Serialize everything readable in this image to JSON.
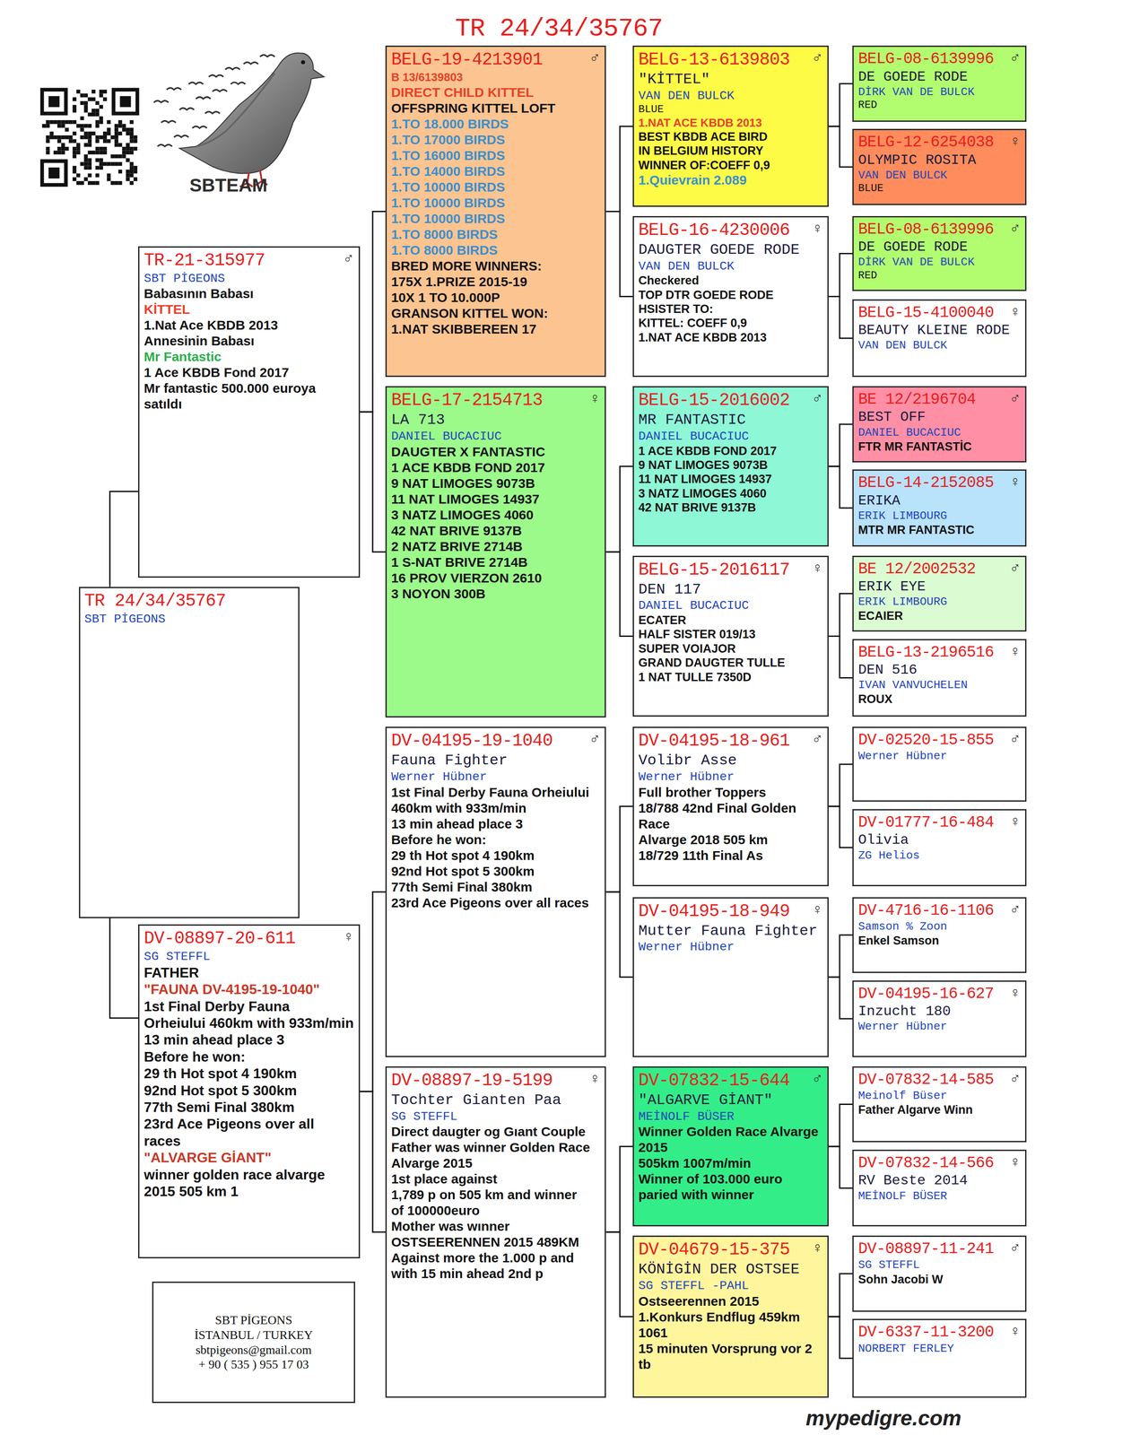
{
  "diagram": {
    "title": "TR 24/34/35767",
    "nodes": [
      {
        "text": [
          "TR 24/34/35767",
          "SBT PİGEONS"
        ]
      },
      {
        "text": [
          "TR-21-315977",
          "♂",
          "SBT PİGEONS",
          "Babasının Babası",
          "KİTTEL",
          "1.Nat Ace KBDB 2013",
          "Annesinin Babası",
          "Mr Fantastic",
          "1 Ace KBDB Fond 2017",
          "Mr fantastic 500.000 euroya satıldı"
        ]
      },
      {
        "text": [
          "DV-08897-20-611",
          "♀",
          "SG STEFFL",
          "FATHER",
          "\"FAUNA DV-4195-19-1040\"",
          "1st Final Derby Fauna Orheiului 460km with 933m/min",
          "13 min ahead place 3",
          "Before he won:",
          "29 th Hot spot 4 190km",
          "92nd Hot spot 5 300km",
          "77th Semi Final 380km",
          "23rd Ace Pigeons over all races",
          "\"ALVARGE GİANT\"",
          "winner golden race alvarge",
          "2015 505 km 1"
        ]
      },
      {
        "text": [
          "SBT PİGEONS",
          "İSTANBUL / TURKEY",
          "sbtpigeons@gmail.com",
          "+ 90 ( 535 ) 955 17 03"
        ]
      },
      {
        "text": [
          "BELG-19-4213901",
          "♂",
          "B 13/6139803",
          "DIRECT CHILD KITTEL",
          "OFFSPRING KITTEL LOFT",
          "1.TO 18.000 BIRDS",
          "1.TO 17000 BIRDS",
          "1.TO 16000 BIRDS",
          "1.TO 14000 BIRDS",
          "1.TO 10000 BIRDS",
          "1.TO 10000 BIRDS",
          "1.TO 10000 BIRDS",
          "1.TO 8000 BIRDS",
          "1.TO 8000 BIRDS",
          "BRED MORE WINNERS:",
          "175X 1.PRIZE 2015-19",
          "10X 1 TO 10.000P",
          "GRANSON KITTEL WON:",
          "1.NAT SKIBBEREEN 17"
        ]
      },
      {
        "text": [
          "BELG-17-2154713",
          "♀",
          "LA 713",
          "DANIEL BUCACIUC",
          "DAUGTER X FANTASTIC",
          "1 ACE KBDB FOND 2017",
          "9 NAT LIMOGES 9073B",
          "11 NAT LIMOGES 14937",
          "3 NATZ LIMOGES 4060",
          "42 NAT BRIVE 9137B",
          "2 NATZ BRIVE 2714B",
          "1 S-NAT BRIVE 2714B",
          "16 PROV VIERZON 2610",
          "3 NOYON 300B"
        ]
      },
      {
        "text": [
          "DV-04195-19-1040",
          "♂",
          "Fauna Fighter",
          "Werner Hübner",
          "1st Final Derby Fauna Orheiului 460km with 933m/min",
          "13 min ahead place 3",
          "Before he won:",
          "29 th Hot spot 4 190km",
          "92nd Hot spot 5 300km",
          "77th Semi Final 380km",
          "23rd Ace Pigeons over all races"
        ]
      },
      {
        "text": [
          "DV-08897-19-5199",
          "♀",
          "Tochter Gianten Paa",
          "SG STEFFL",
          "Direct daugter og Gıant Couple",
          "Father was winner Golden Race Alvarge 2015",
          "1st place against",
          "1,789 p on 505 km and winner",
          "of 100000euro",
          "Mother was wınner",
          "OSTSEERENNEN 2015 489KM",
          "Against more the 1.000 p and",
          "with 15 min ahead 2nd p"
        ]
      },
      {
        "text": [
          "BELG-13-6139803",
          "♂",
          "\"KİTTEL\"",
          "VAN DEN BULCK",
          "BLUE",
          "1.NAT ACE KBDB 2013",
          "BEST KBDB ACE BIRD",
          "IN BELGIUM HISTORY",
          "WINNER OF:COEFF 0,9",
          "1.Quievrain 2.089"
        ]
      },
      {
        "text": [
          "BELG-16-4230006",
          "♀",
          "DAUGTER GOEDE RODE",
          "VAN DEN BULCK",
          "Checkered",
          "TOP DTR GOEDE RODE",
          "HSISTER TO:",
          "KITTEL: COEFF 0,9",
          "1.NAT ACE KBDB 2013"
        ]
      },
      {
        "text": [
          "BELG-15-2016002",
          "♂",
          "MR FANTASTIC",
          "DANIEL BUCACIUC",
          "1 ACE KBDB FOND 2017",
          "9 NAT LIMOGES 9073B",
          "11 NAT LIMOGES 14937",
          "3 NATZ LIMOGES 4060",
          "42 NAT BRIVE 9137B"
        ]
      },
      {
        "text": [
          "BELG-15-2016117",
          "♀",
          "DEN 117",
          "DANIEL BUCACIUC",
          "ECATER",
          "HALF SISTER 019/13",
          "SUPER VOIAJOR",
          "GRAND DAUGTER TULLE",
          "1 NAT TULLE 7350D"
        ]
      },
      {
        "text": [
          "DV-04195-18-961",
          "♂",
          "Volibr Asse",
          "Werner Hübner",
          "Full brother Toppers",
          "18/788 42nd Final Golden Race",
          "Alvarge 2018 505 km",
          "18/729 11th Final As"
        ]
      },
      {
        "text": [
          "DV-04195-18-949",
          "♀",
          "Mutter Fauna Fighter",
          "Werner Hübner"
        ]
      },
      {
        "text": [
          "DV-07832-15-644",
          "♂",
          "\"ALGARVE GİANT\"",
          "MEİNOLF BÜSER",
          "Winner Golden Race Alvarge 2015",
          "505km 1007m/min",
          "Winner of 103.000 euro",
          "paried with winner"
        ]
      },
      {
        "text": [
          "DV-04679-15-375",
          "♀",
          "KÖNİGİN DER OSTSEE",
          "SG STEFFL -PAHL",
          "Ostseerennen 2015",
          "1.Konkurs Endflug 459km 1061",
          "15 minuten Vorsprung vor 2 tb"
        ]
      },
      {
        "text": [
          "BELG-08-6139996",
          "♂",
          "DE GOEDE RODE",
          "DİRK VAN DE BULCK",
          "RED"
        ]
      },
      {
        "text": [
          "BELG-12-6254038",
          "♀",
          "OLYMPIC ROSITA",
          "VAN DEN BULCK",
          "BLUE"
        ]
      },
      {
        "text": [
          "BELG-08-6139996",
          "♂",
          "DE GOEDE RODE",
          "DİRK VAN DE BULCK",
          "RED"
        ]
      },
      {
        "text": [
          "BELG-15-4100040",
          "♀",
          "BEAUTY KLEINE RODE",
          "VAN DEN BULCK"
        ]
      },
      {
        "text": [
          "BE 12/2196704",
          "♂",
          "BEST OFF",
          "DANIEL BUCACIUC",
          "FTR MR FANTASTİC"
        ]
      },
      {
        "text": [
          "BELG-14-2152085",
          "♀",
          "ERIKA",
          "ERIK LIMBOURG",
          "MTR MR FANTASTIC"
        ]
      },
      {
        "text": [
          "BE 12/2002532",
          "♂",
          "ERIK EYE",
          "ERIK LIMBOURG",
          "ECAIER"
        ]
      },
      {
        "text": [
          "BELG-13-2196516",
          "♀",
          "DEN 516",
          "IVAN VANVUCHELEN",
          "ROUX"
        ]
      },
      {
        "text": [
          "DV-02520-15-855",
          "♂",
          "Werner Hübner"
        ]
      },
      {
        "text": [
          "DV-01777-16-484",
          "♀",
          "Olivia",
          "ZG Helios"
        ]
      },
      {
        "text": [
          "DV-4716-16-1106",
          "♂",
          "Samson % Zoon",
          "Enkel Samson"
        ]
      },
      {
        "text": [
          "DV-04195-16-627",
          "♀",
          "Inzucht 180",
          "Werner Hübner"
        ]
      },
      {
        "text": [
          "DV-07832-14-585",
          "♂",
          "Meinolf Büser",
          "Father Algarve Winn"
        ]
      },
      {
        "text": [
          "DV-07832-14-566",
          "♀",
          "RV Beste 2014",
          "MEİNOLF BÜSER"
        ]
      },
      {
        "text": [
          "DV-08897-11-241",
          "♂",
          "SG STEFFL",
          "Sohn Jacobi W"
        ]
      },
      {
        "text": [
          "DV-6337-11-3200",
          "♀",
          "NORBERT FERLEY"
        ]
      }
    ],
    "edges": [
      {
        "from": 0,
        "to": 1,
        "arrow": "none"
      },
      {
        "from": 0,
        "to": 2,
        "arrow": "none"
      },
      {
        "from": 1,
        "to": 4,
        "arrow": "none"
      },
      {
        "from": 1,
        "to": 5,
        "arrow": "none"
      },
      {
        "from": 2,
        "to": 6,
        "arrow": "none"
      },
      {
        "from": 2,
        "to": 7,
        "arrow": "none"
      },
      {
        "from": 4,
        "to": 8,
        "arrow": "none"
      },
      {
        "from": 4,
        "to": 9,
        "arrow": "none"
      },
      {
        "from": 5,
        "to": 10,
        "arrow": "none"
      },
      {
        "from": 5,
        "to": 11,
        "arrow": "none"
      },
      {
        "from": 6,
        "to": 12,
        "arrow": "none"
      },
      {
        "from": 6,
        "to": 13,
        "arrow": "none"
      },
      {
        "from": 7,
        "to": 14,
        "arrow": "none"
      },
      {
        "from": 7,
        "to": 15,
        "arrow": "none"
      },
      {
        "from": 8,
        "to": 16,
        "arrow": "none"
      },
      {
        "from": 8,
        "to": 17,
        "arrow": "none"
      },
      {
        "from": 9,
        "to": 18,
        "arrow": "none"
      },
      {
        "from": 9,
        "to": 19,
        "arrow": "none"
      },
      {
        "from": 10,
        "to": 20,
        "arrow": "none"
      },
      {
        "from": 10,
        "to": 21,
        "arrow": "none"
      },
      {
        "from": 11,
        "to": 22,
        "arrow": "none"
      },
      {
        "from": 11,
        "to": 23,
        "arrow": "none"
      },
      {
        "from": 12,
        "to": 24,
        "arrow": "none"
      },
      {
        "from": 12,
        "to": 25,
        "arrow": "none"
      },
      {
        "from": 13,
        "to": 26,
        "arrow": "none"
      },
      {
        "from": 13,
        "to": 27,
        "arrow": "none"
      },
      {
        "from": 14,
        "to": 28,
        "arrow": "none"
      },
      {
        "from": 14,
        "to": 29,
        "arrow": "none"
      },
      {
        "from": 15,
        "to": 30,
        "arrow": "none"
      },
      {
        "from": 15,
        "to": 31,
        "arrow": "none"
      }
    ],
    "labels": [
      "SBTEAM",
      "mypedigre.com"
    ]
  }
}
